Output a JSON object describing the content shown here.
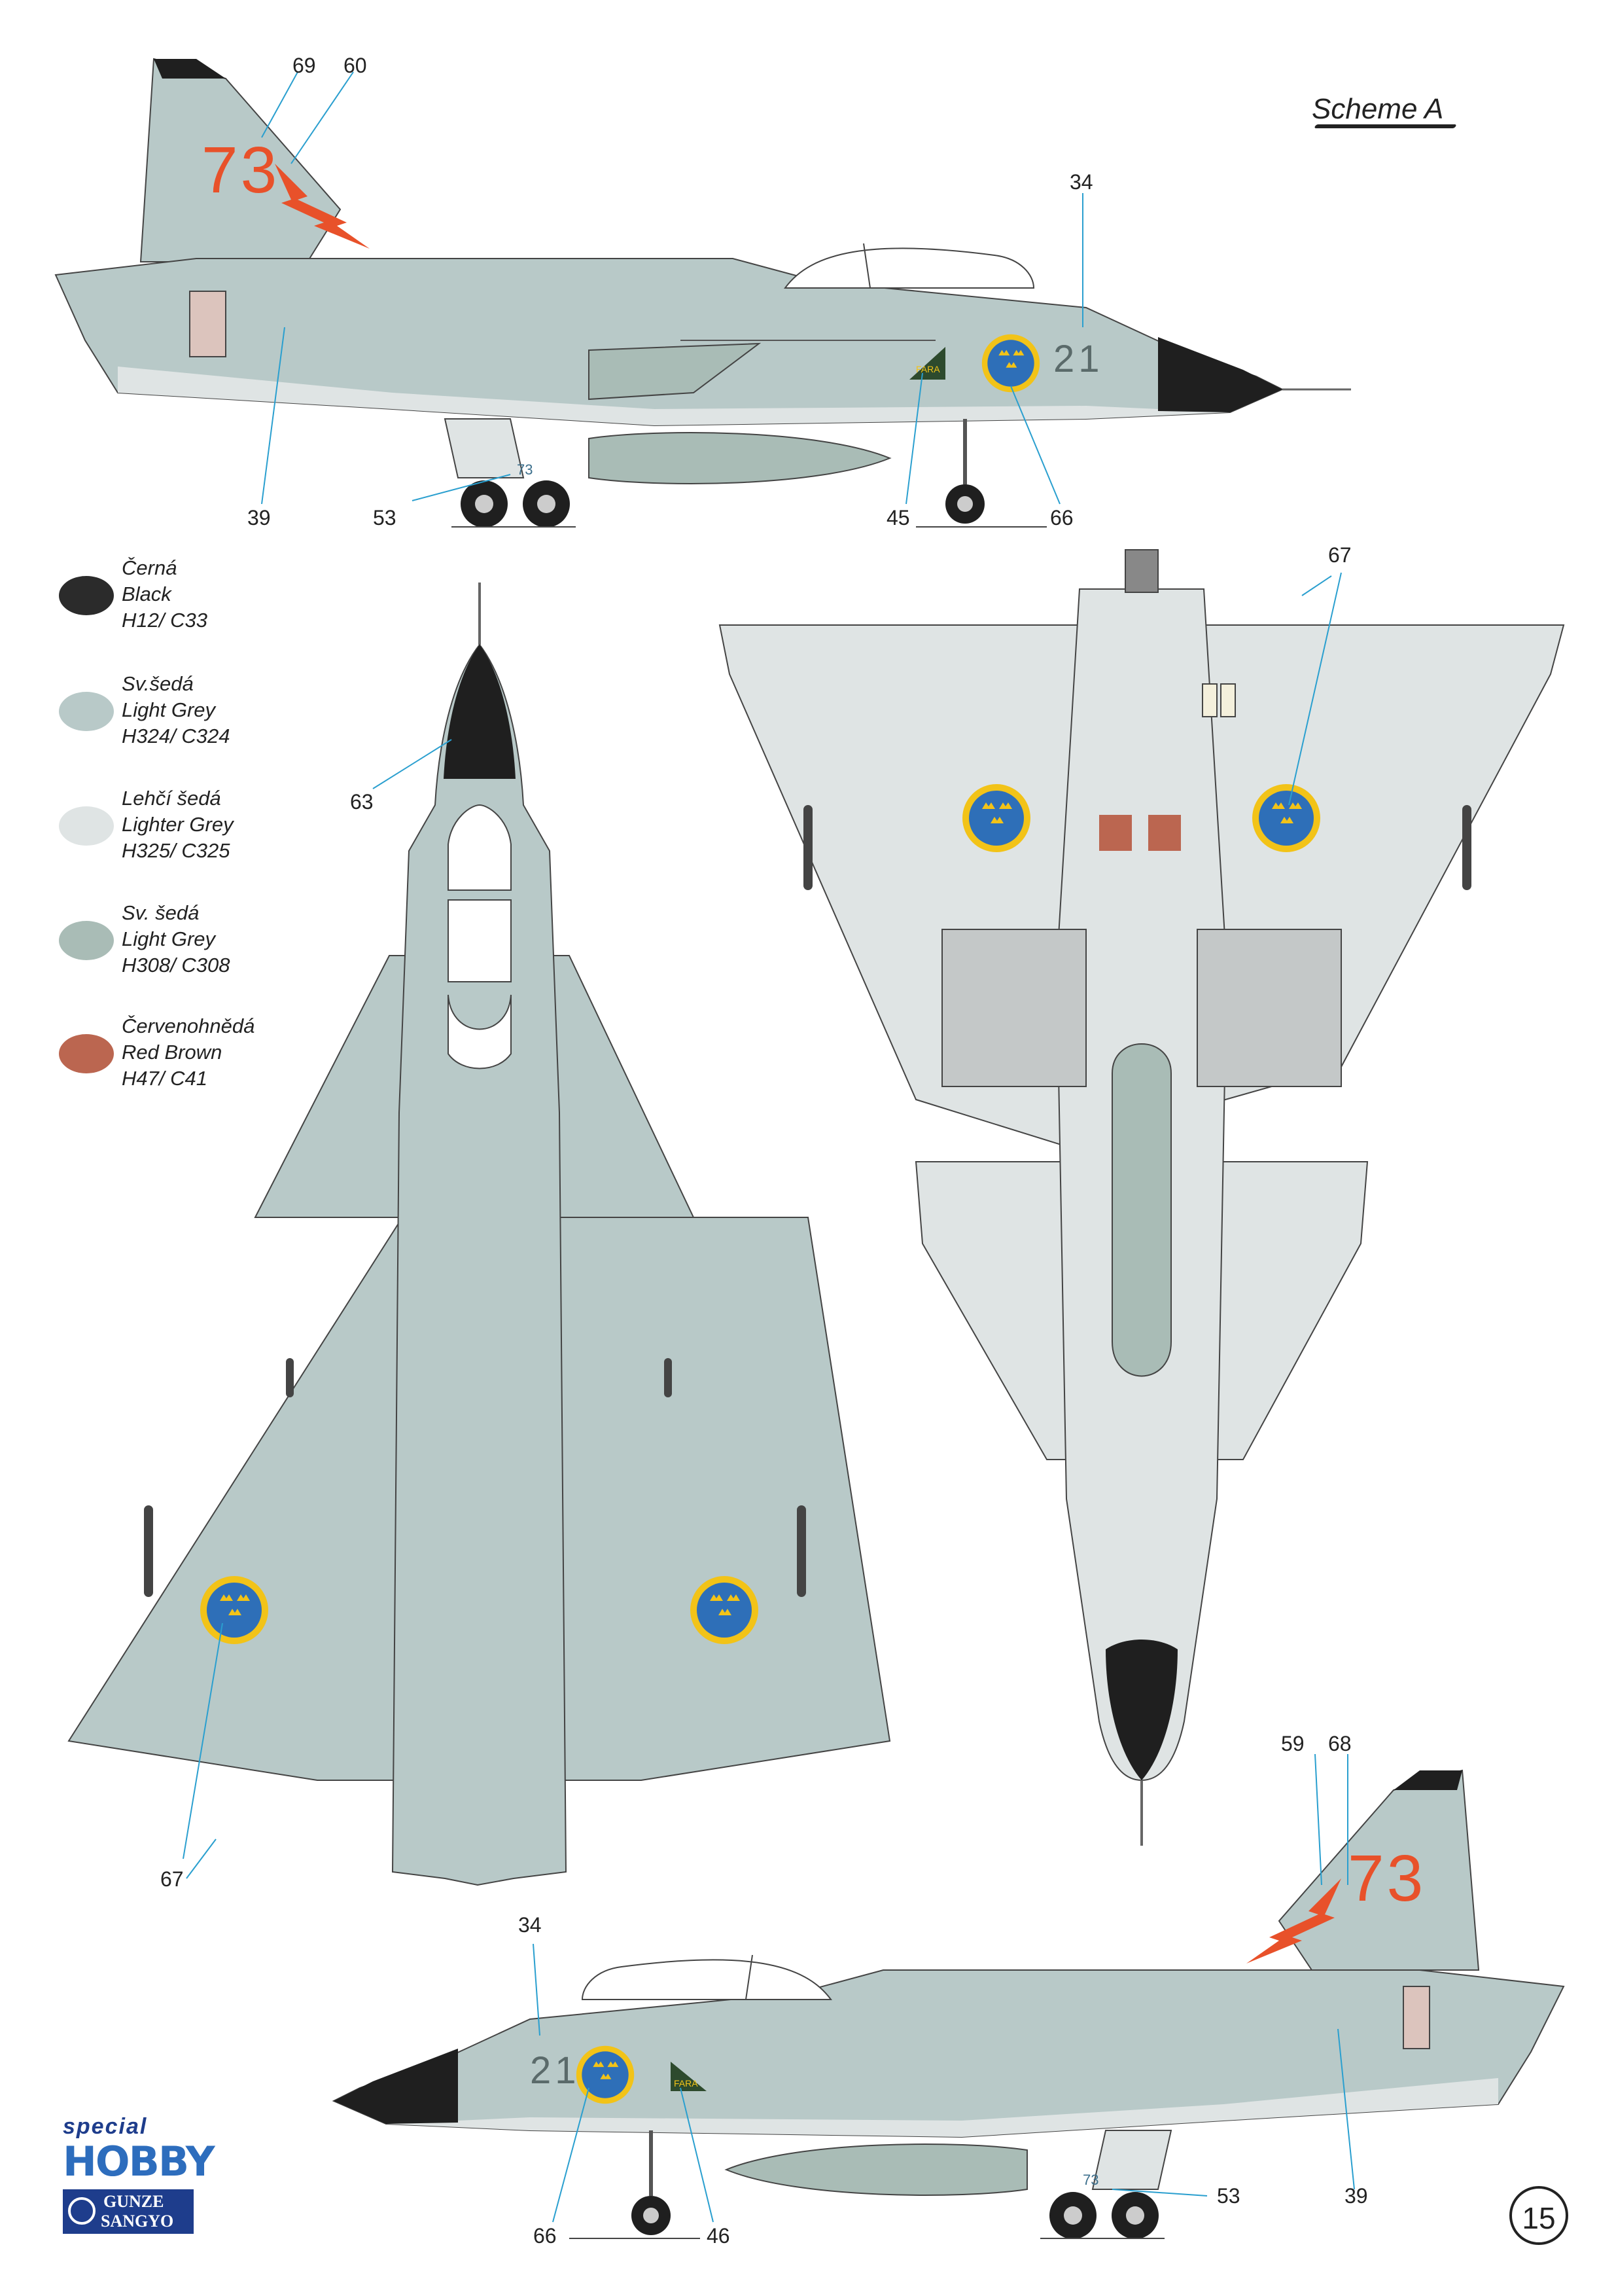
{
  "scheme_title": "Scheme A",
  "page_number": "15",
  "legend": [
    {
      "name_cz": "Černá",
      "name_en": "Black",
      "code": "H12/ C33",
      "color": "#2b2b2b"
    },
    {
      "name_cz": "Sv.šedá",
      "name_en": "Light Grey",
      "code": "H324/ C324",
      "color": "#b8c9c8"
    },
    {
      "name_cz": "Lehčí šedá",
      "name_en": "Lighter Grey",
      "code": "H325/ C325",
      "color": "#dfe4e4"
    },
    {
      "name_cz": "Sv. šedá",
      "name_en": "Light Grey",
      "code": "H308/ C308",
      "color": "#a9bcb6"
    },
    {
      "name_cz": "Červenohnědá",
      "name_en": "Red Brown",
      "code": "H47/ C41",
      "color": "#bb6650"
    }
  ],
  "callouts": {
    "c69": "69",
    "c60": "60",
    "c34_top": "34",
    "c39_top": "39",
    "c53_top": "53",
    "c45": "45",
    "c66_top": "66",
    "c67_right": "67",
    "c63": "63",
    "c67_left": "67",
    "c59": "59",
    "c68": "68",
    "c34_bottom": "34",
    "c53_bottom": "53",
    "c39_bottom": "39",
    "c66_bottom": "66",
    "c46": "46"
  },
  "markings": {
    "tail_code": "73",
    "nose_number": "21",
    "gear_door_code": "73",
    "warning_text": "FARA"
  },
  "logos": {
    "special_top": "special",
    "special_bottom": "HOBBY",
    "gunze_line1": "GUNZE",
    "gunze_line2": "SANGYO"
  },
  "colors": {
    "black": "#1f1f1f",
    "light_grey": "#b8c9c8",
    "lighter_grey": "#dfe4e4",
    "grey_308": "#a9bcb6",
    "red_brown": "#bb6650",
    "orange_red": "#e8512a",
    "roundel_blue": "#2e6fb8",
    "roundel_yellow": "#f2c318",
    "callout_line": "#2a9fcf",
    "canopy": "#ffffff"
  }
}
